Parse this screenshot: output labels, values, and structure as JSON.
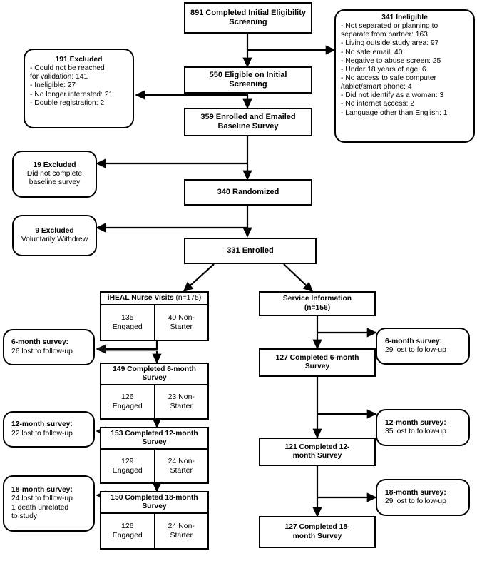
{
  "figure": {
    "type": "consort-flow-diagram",
    "title": "Participant flow diagram",
    "colors": {
      "line": "#000000",
      "box_fill": "#ffffff",
      "text": "#000000",
      "shadow": "#808080"
    }
  },
  "enrollment": {
    "screened": "891 Completed Initial Eligibility Screening",
    "eligible": "550 Eligible on Initial Screening",
    "enrolled_emailed": "359 Enrolled and Emailed Baseline Survey",
    "randomized": "340 Randomized",
    "final_enrolled": "331 Enrolled"
  },
  "ineligible": {
    "header": "341 Ineligible",
    "reasons": [
      "- Not separated or planning to",
      "separate from partner: 163",
      "- Living outside study area: 97",
      "- No safe email: 40",
      "- Negative to abuse screen: 25",
      "- Under 18 years of age: 6",
      "- No access to safe computer",
      "   /tablet/smart phone: 4",
      "- Did not identify as a woman: 3",
      "- No internet access: 2",
      "- Language other than English:  1"
    ]
  },
  "excluded_screening": {
    "header": "191 Excluded",
    "reasons": [
      "- Could not be reached",
      "for validation: 141",
      "- Ineligible: 27",
      "- No longer interested: 21",
      "- Double registration: 2"
    ]
  },
  "excluded_baseline": {
    "header": "19 Excluded",
    "detail_line1": "Did not complete",
    "detail_line2": "baseline survey"
  },
  "excluded_withdrew": {
    "header": "9 Excluded",
    "detail_line1": "Voluntarily Withdrew",
    "detail_line2": ""
  },
  "arms": {
    "iheal": {
      "header": "iHEAL Nurse Visits",
      "header_n": "(n=175)",
      "stages": [
        {
          "title_line1": "",
          "title_line2": "",
          "engaged_n": "135",
          "engaged_label": "Engaged",
          "nonstarter_n": "40 Non-",
          "nonstarter_label": "Starter"
        },
        {
          "title_line1": "149 Completed 6-month",
          "title_line2": "Survey",
          "engaged_n": "126",
          "engaged_label": "Engaged",
          "nonstarter_n": "23 Non-",
          "nonstarter_label": "Starter"
        },
        {
          "title_line1": "153 Completed 12-month",
          "title_line2": "Survey",
          "engaged_n": "129",
          "engaged_label": "Engaged",
          "nonstarter_n": "24 Non-",
          "nonstarter_label": "Starter"
        },
        {
          "title_line1": "150 Completed 18-month",
          "title_line2": "Survey",
          "engaged_n": "126",
          "engaged_label": "Engaged",
          "nonstarter_n": "24 Non-",
          "nonstarter_label": "Starter"
        }
      ],
      "losses": [
        {
          "header": "6-month survey:",
          "line1": "26 lost to follow-up",
          "line2": "",
          "line3": ""
        },
        {
          "header": "12-month survey:",
          "line1": "22 lost to follow-up",
          "line2": "",
          "line3": ""
        },
        {
          "header": "18-month survey:",
          "line1": "24 lost to follow-up.",
          "line2": "1 death unrelated",
          "line3": "to study"
        }
      ]
    },
    "service": {
      "header": "Service Information",
      "header_n": "(n=156)",
      "stages": [
        {
          "title_line1": "127 Completed 6-month",
          "title_line2": "Survey"
        },
        {
          "title_line1": "121 Completed 12-",
          "title_line2": "month Survey"
        },
        {
          "title_line1": "127 Completed 18-",
          "title_line2": "month Survey"
        }
      ],
      "losses": [
        {
          "header": "6-month survey:",
          "line1": "29 lost to follow-up"
        },
        {
          "header": "12-month survey:",
          "line1": "35 lost to follow-up"
        },
        {
          "header": "18-month survey:",
          "line1": "29 lost to follow-up"
        }
      ]
    }
  }
}
